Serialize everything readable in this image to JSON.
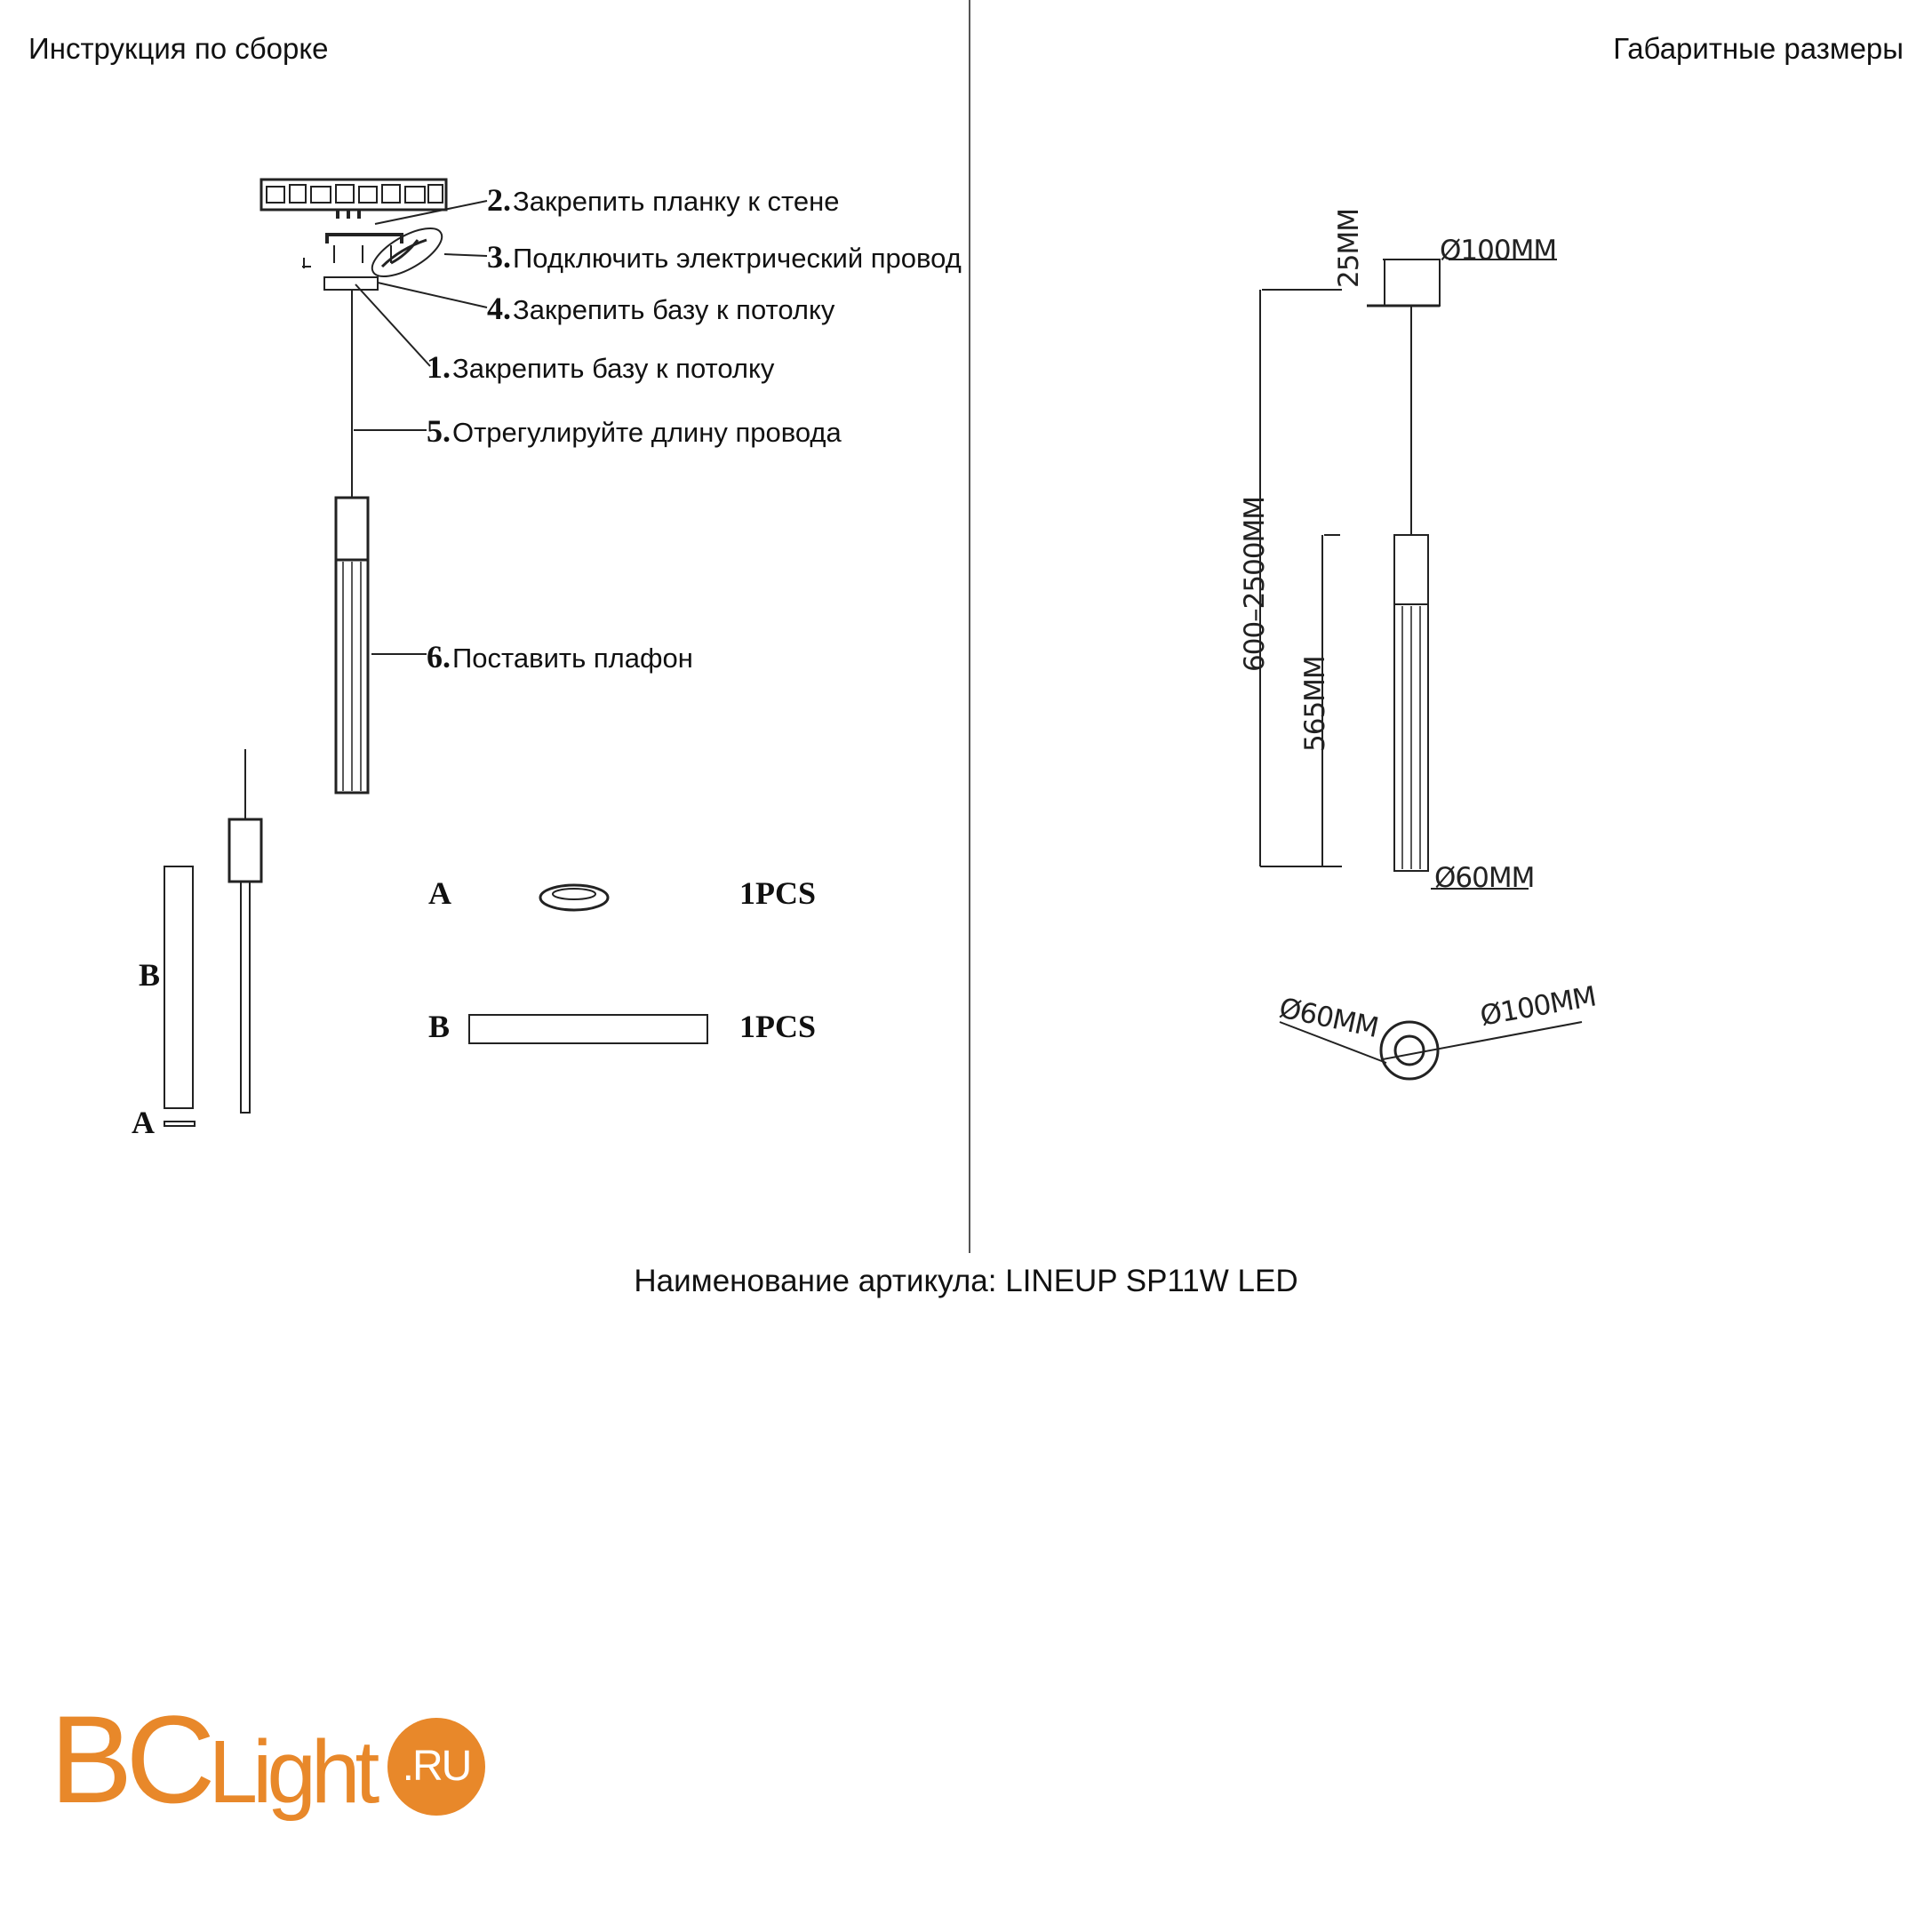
{
  "headings": {
    "assembly": "Инструкция по сборке",
    "dimensions": "Габаритные размеры"
  },
  "steps": [
    {
      "num": "2.",
      "text": "Закрепить планку к стене"
    },
    {
      "num": "3.",
      "text": "Подключить электрический провод"
    },
    {
      "num": "4.",
      "text": "Закрепить базу к потолку"
    },
    {
      "num": "1.",
      "text": "Закрепить базу к потолку"
    },
    {
      "num": "5.",
      "text": "Отрегулируйте длину провода"
    },
    {
      "num": "6.",
      "text": "Поставить плафон"
    }
  ],
  "parts": {
    "a_label": "A",
    "b_label": "B",
    "a_qty": "1PCS",
    "b_qty": "1PCS",
    "side_b": "B",
    "side_a": "A"
  },
  "dimensions": {
    "canopy_height": "25MM",
    "canopy_diameter": "Ø100MM",
    "cable_range": "600–2500MM",
    "shade_length": "565MM",
    "shade_diameter": "Ø60MM",
    "top_small": "Ø60MM",
    "top_large": "Ø100MM"
  },
  "footer": {
    "article": "Наименование артикула: LINEUP SP11W LED"
  },
  "logo": {
    "brand_main": "BC",
    "brand_light": "Light",
    "brand_tld": ".RU",
    "color": "#E8882A"
  }
}
